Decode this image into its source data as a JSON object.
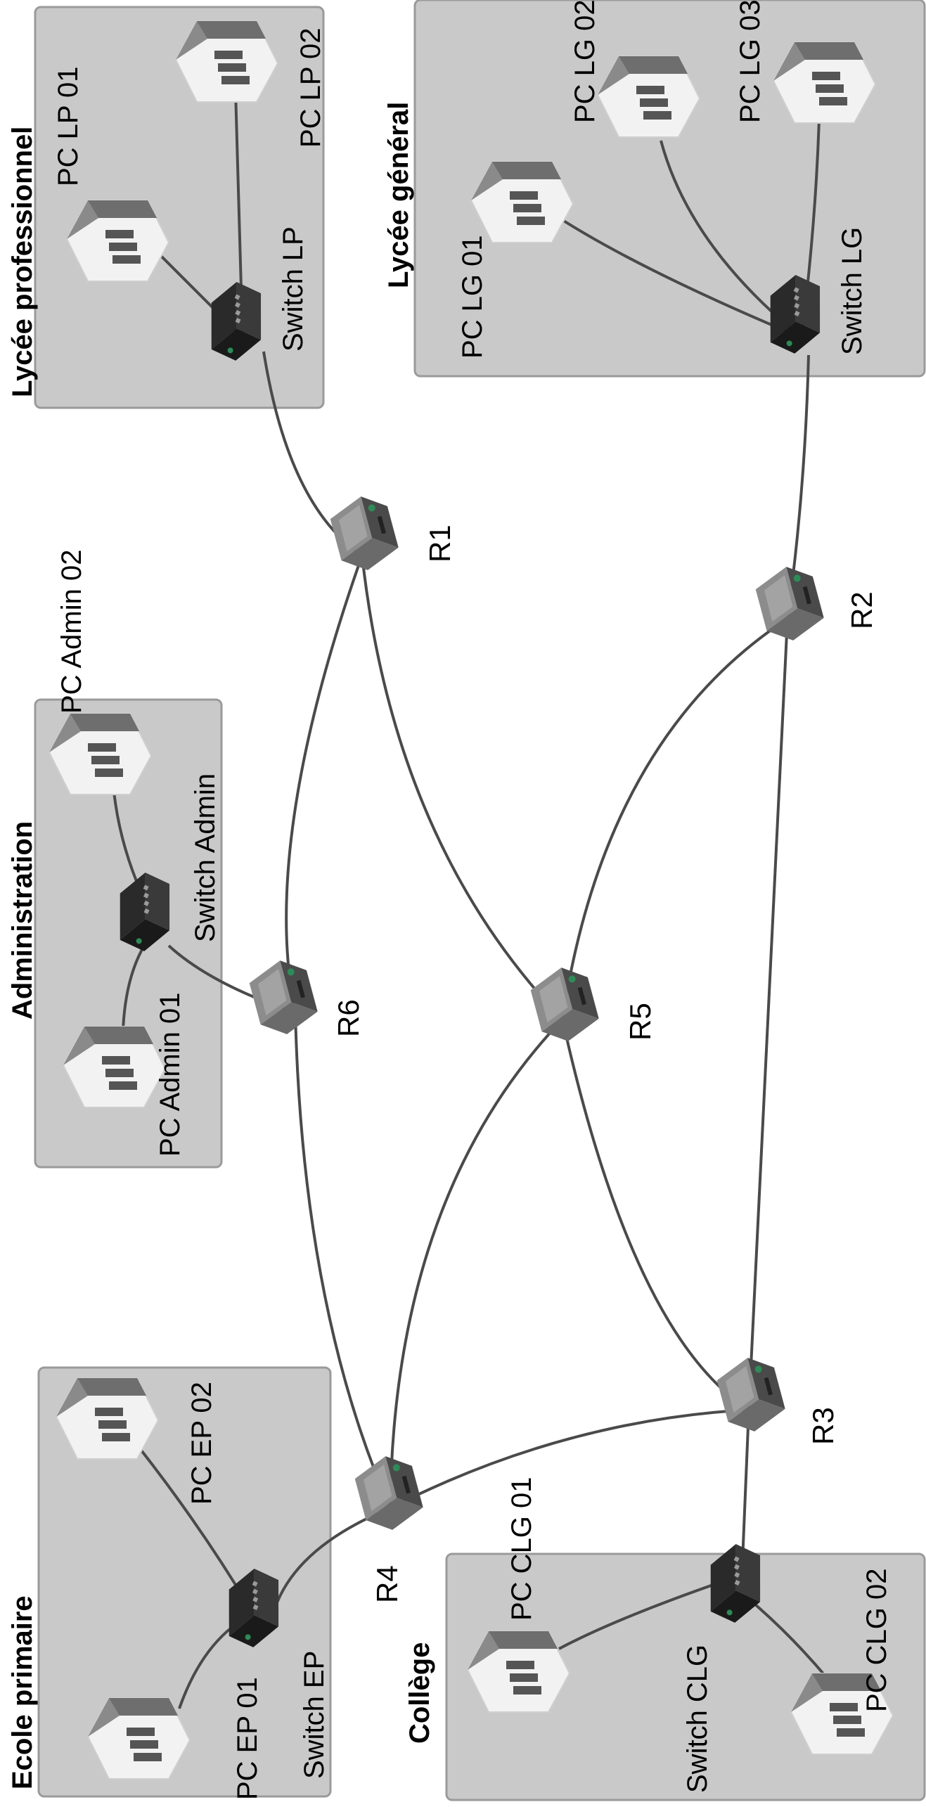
{
  "zones": {
    "ecole_primaire": "Ecole primaire",
    "college": "Collège",
    "administration": "Administration",
    "lycee_professionnel": "Lycée professionnel",
    "lycee_general": "Lycée général"
  },
  "routers": [
    "R1",
    "R2",
    "R3",
    "R4",
    "R5",
    "R6"
  ],
  "switches": {
    "ep": "Switch EP",
    "clg": "Switch CLG",
    "admin": "Switch Admin",
    "lp": "Switch LP",
    "lg": "Switch LG"
  },
  "pcs": {
    "ep01": "PC EP 01",
    "ep02": "PC EP 02",
    "clg01": "PC CLG 01",
    "clg02": "PC CLG 02",
    "admin01": "PC Admin 01",
    "admin02": "PC Admin 02",
    "lp01": "PC LP 01",
    "lp02": "PC LP 02",
    "lg01": "PC LG 01",
    "lg02": "PC LG 02",
    "lg03": "PC LG 03"
  },
  "links": [
    [
      "R4",
      "R6"
    ],
    [
      "R4",
      "R5"
    ],
    [
      "R4",
      "R3"
    ],
    [
      "R6",
      "R1"
    ],
    [
      "R5",
      "R1"
    ],
    [
      "R5",
      "R2"
    ],
    [
      "R5",
      "R3"
    ],
    [
      "R3",
      "R2"
    ],
    [
      "R4",
      "SwitchEP"
    ],
    [
      "R3",
      "SwitchCLG"
    ],
    [
      "R6",
      "SwitchAdmin"
    ],
    [
      "R1",
      "SwitchLP"
    ],
    [
      "R2",
      "SwitchLG"
    ]
  ]
}
